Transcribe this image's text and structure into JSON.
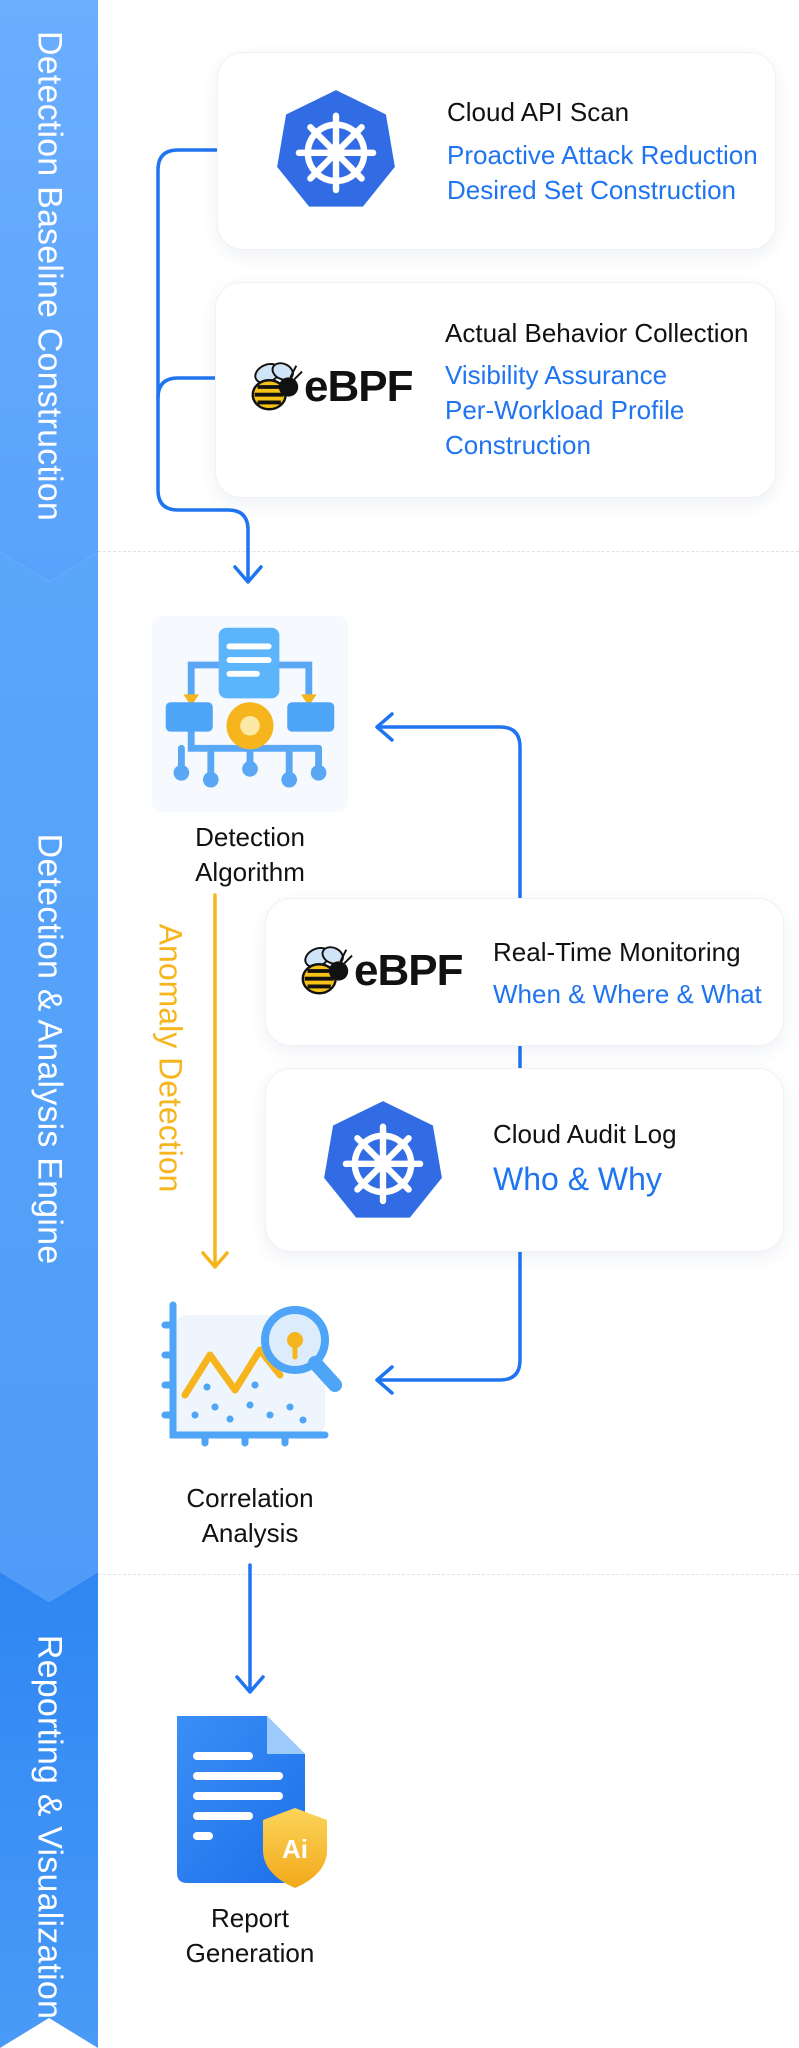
{
  "phases": [
    {
      "label": "Detection Baseline Construction",
      "color_top": "#6aaefe",
      "color_bottom": "#5aa2fb"
    },
    {
      "label": "Detection & Analysis Engine",
      "color_top": "#5aa6fb",
      "color_bottom": "#4f9cf8"
    },
    {
      "label": "Reporting & Visualization",
      "color_top": "#2f86f2",
      "color_bottom": "#4a9bf7"
    }
  ],
  "cards": {
    "cloud_api_scan": {
      "title": "Cloud API Scan",
      "lines": [
        "Proactive Attack Reduction",
        "Desired Set Construction"
      ],
      "icon": "kubernetes-icon"
    },
    "behavior_collection": {
      "title": "Actual Behavior Collection",
      "lines": [
        "Visibility Assurance",
        "Per-Workload Profile",
        "Construction"
      ],
      "icon": "ebpf-logo"
    },
    "realtime_monitoring": {
      "title": "Real-Time Monitoring",
      "lines": [
        "When & Where & What"
      ],
      "icon": "ebpf-logo"
    },
    "cloud_audit_log": {
      "title": "Cloud Audit Log",
      "lines": [
        "Who & Why"
      ],
      "icon": "kubernetes-icon"
    }
  },
  "ebpf_logo_text": "eBPF",
  "nodes": {
    "detection_algorithm": {
      "line1": "Detection",
      "line2": "Algorithm",
      "icon": "algorithm-flow-icon"
    },
    "correlation_analysis": {
      "line1": "Correlation",
      "line2": "Analysis",
      "icon": "chart-magnifier-icon"
    },
    "report_generation": {
      "line1": "Report",
      "line2": "Generation",
      "icon": "ai-report-icon"
    }
  },
  "anomaly_label": "Anomaly Detection",
  "colors": {
    "accent_blue": "#1f74f0",
    "anomaly_yellow": "#f6b51c",
    "k8s_blue": "#326ce5",
    "card_border": "#eef1f5"
  }
}
